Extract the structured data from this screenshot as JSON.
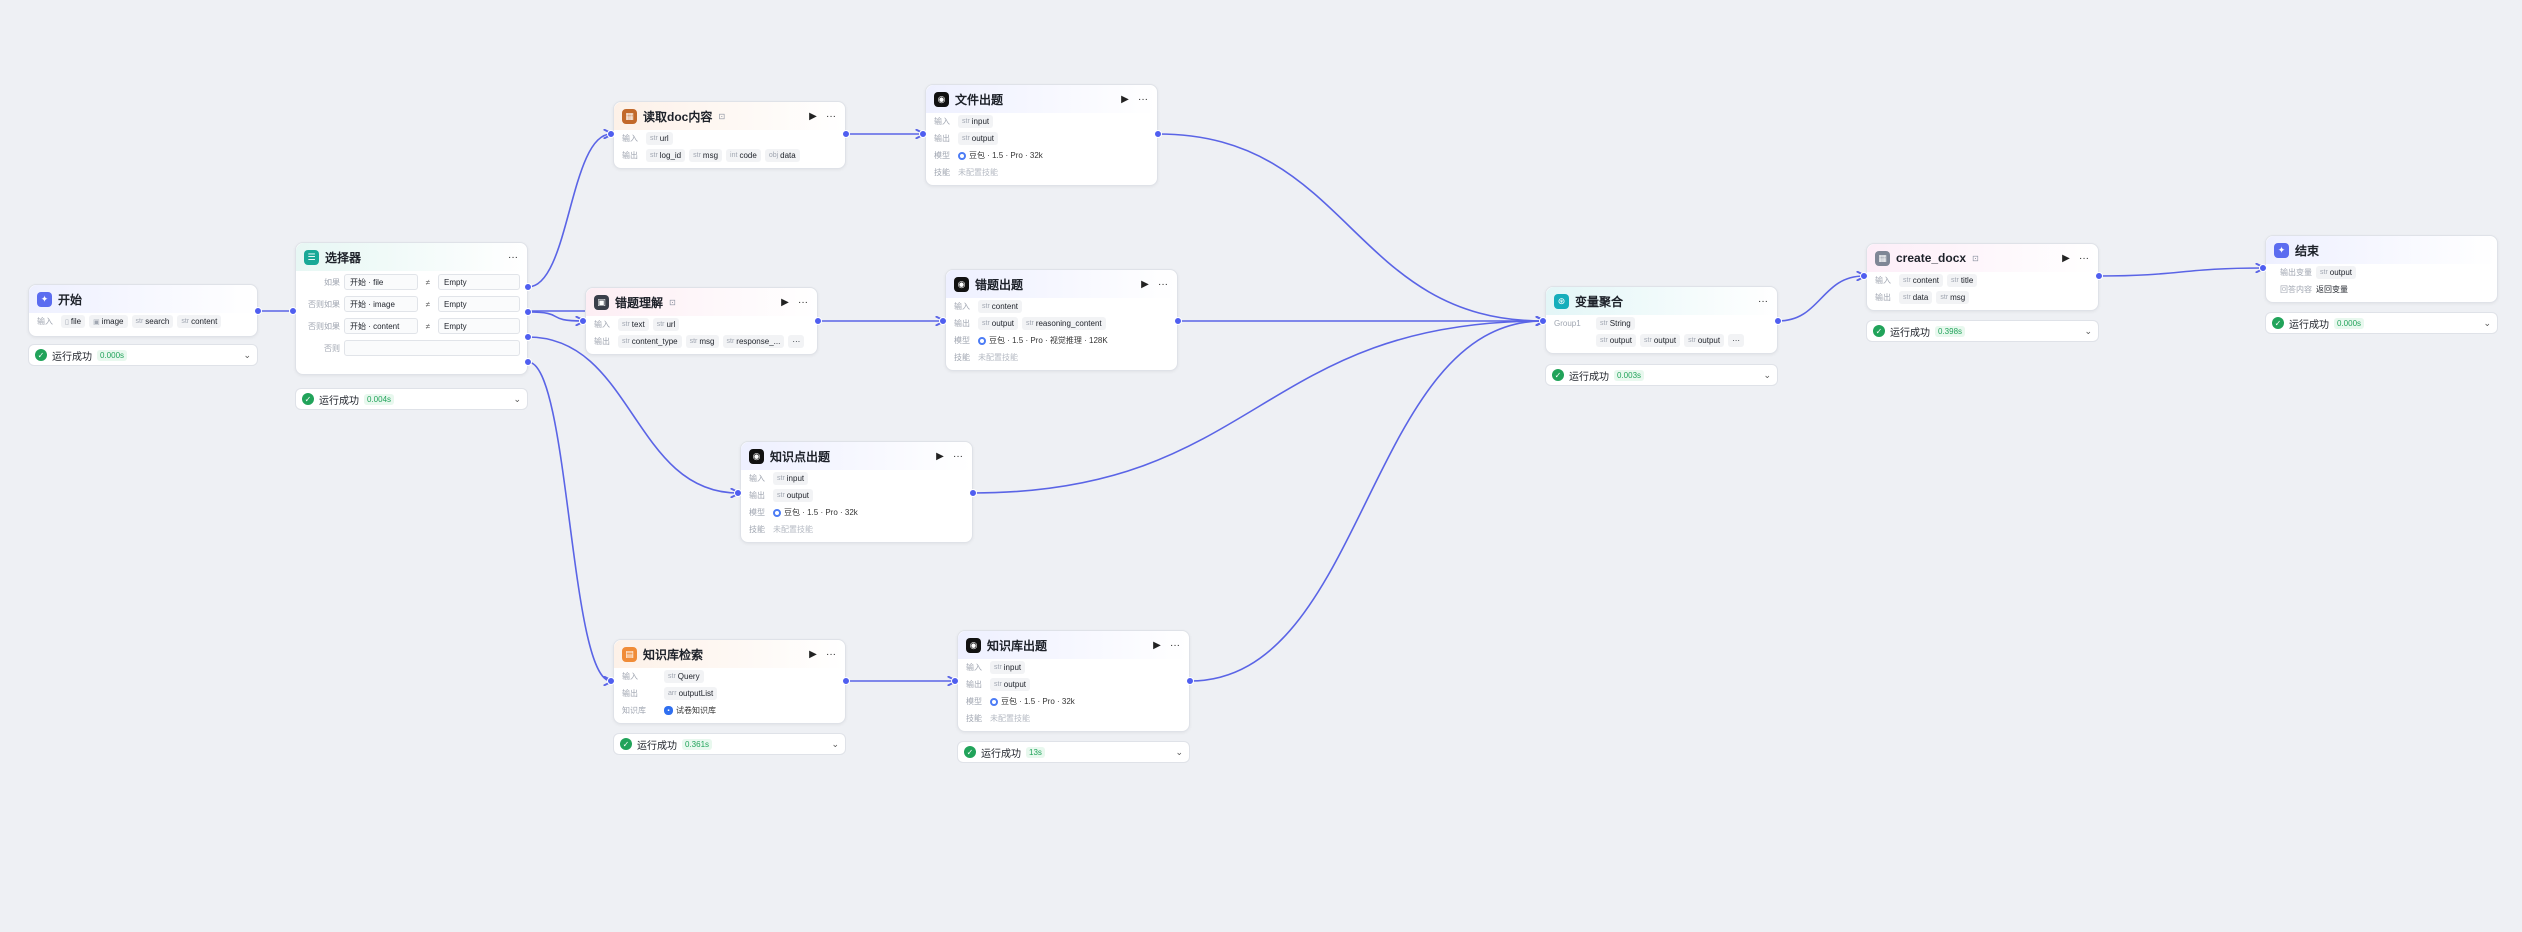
{
  "colors": {
    "edge": "#5a64e6",
    "accent": "#4f5ef0",
    "success": "#21a35a"
  },
  "labels": {
    "input": "输入",
    "output": "输出",
    "model": "模型",
    "skill": "技能",
    "skill_none": "未配置技能",
    "success": "运行成功",
    "output_var": "输出变量",
    "knowledge": "知识库"
  },
  "nodes": {
    "start": {
      "title": "开始",
      "inputs": [
        {
          "type": "file-icon",
          "name": "file"
        },
        {
          "type": "image-icon",
          "name": "image"
        },
        {
          "type": "str",
          "name": "search"
        },
        {
          "type": "str",
          "name": "content"
        }
      ],
      "time": "0.000s"
    },
    "selector": {
      "title": "选择器",
      "conditions": [
        {
          "label": "如果",
          "left": "开始 · file",
          "op": "≠",
          "right": "Empty"
        },
        {
          "label": "否则如果",
          "left": "开始 · image",
          "op": "≠",
          "right": "Empty"
        },
        {
          "label": "否则如果",
          "left": "开始 · content",
          "op": "≠",
          "right": "Empty"
        }
      ],
      "else_label": "否则",
      "time": "0.004s"
    },
    "readdoc": {
      "title": "读取doc内容",
      "inputs": [
        {
          "type": "str",
          "name": "url"
        }
      ],
      "outputs": [
        {
          "type": "str",
          "name": "log_id"
        },
        {
          "type": "str",
          "name": "msg"
        },
        {
          "type": "int",
          "name": "code"
        },
        {
          "type": "obj",
          "name": "data"
        }
      ]
    },
    "imgunderstand": {
      "title": "错题理解",
      "inputs": [
        {
          "type": "str",
          "name": "text"
        },
        {
          "type": "str",
          "name": "url"
        }
      ],
      "outputs": [
        {
          "type": "str",
          "name": "content_type"
        },
        {
          "type": "str",
          "name": "msg"
        },
        {
          "type": "str",
          "name": "response_..."
        }
      ],
      "more": "···"
    },
    "fileq": {
      "title": "文件出题",
      "inputs": [
        {
          "type": "str",
          "name": "input"
        }
      ],
      "outputs": [
        {
          "type": "str",
          "name": "output"
        }
      ],
      "model": "豆包 · 1.5 · Pro · 32k"
    },
    "wrongq": {
      "title": "错题出题",
      "inputs": [
        {
          "type": "str",
          "name": "content"
        }
      ],
      "outputs": [
        {
          "type": "str",
          "name": "output"
        },
        {
          "type": "str",
          "name": "reasoning_content"
        }
      ],
      "model": "豆包 · 1.5 · Pro · 视觉推理 · 128K"
    },
    "kpq": {
      "title": "知识点出题",
      "inputs": [
        {
          "type": "str",
          "name": "input"
        }
      ],
      "outputs": [
        {
          "type": "str",
          "name": "output"
        }
      ],
      "model": "豆包 · 1.5 · Pro · 32k"
    },
    "kbsearch": {
      "title": "知识库检索",
      "inputs": [
        {
          "type": "str",
          "name": "Query"
        }
      ],
      "outputs": [
        {
          "type": "arr",
          "name": "outputList"
        }
      ],
      "kb": "试卷知识库",
      "time": "0.361s"
    },
    "kbq": {
      "title": "知识库出题",
      "inputs": [
        {
          "type": "str",
          "name": "input"
        }
      ],
      "outputs": [
        {
          "type": "str",
          "name": "output"
        }
      ],
      "model": "豆包 · 1.5 · Pro · 32k",
      "time": "13s"
    },
    "varagg": {
      "title": "变量聚合",
      "group": "Group1",
      "type": "String",
      "outputs": [
        {
          "type": "str",
          "name": "output"
        },
        {
          "type": "str",
          "name": "output"
        },
        {
          "type": "str",
          "name": "output"
        }
      ],
      "more": "···",
      "time": "0.003s"
    },
    "docx": {
      "title": "create_docx",
      "inputs": [
        {
          "type": "str",
          "name": "content"
        },
        {
          "type": "str",
          "name": "title"
        }
      ],
      "outputs": [
        {
          "type": "str",
          "name": "data"
        },
        {
          "type": "str",
          "name": "msg"
        }
      ],
      "time": "0.398s"
    },
    "end": {
      "title": "结束",
      "output": {
        "type": "str",
        "name": "output"
      },
      "answer_label": "回答内容",
      "answer": "返回变量",
      "time": "0.000s"
    }
  }
}
